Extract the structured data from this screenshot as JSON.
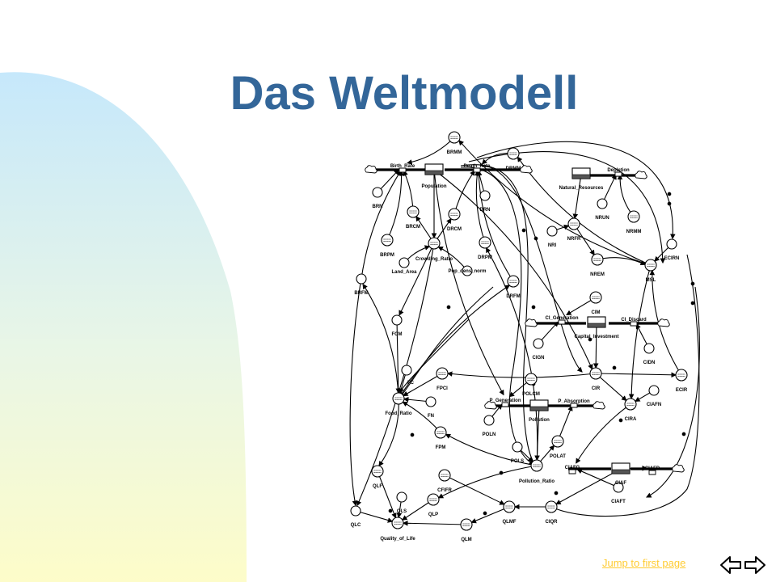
{
  "slide": {
    "title": "Das Weltmodell",
    "jump_link": "Jump to first page",
    "accent_color": "#336699",
    "link_color": "#ffcc33"
  },
  "diagram": {
    "labels": [
      {
        "id": "BRMM",
        "text": "BRMM"
      },
      {
        "id": "Birth_Rate",
        "text": "Birth_Rate"
      },
      {
        "id": "Death_Rate",
        "text": "Death_Rate"
      },
      {
        "id": "DRMM",
        "text": "DRMM"
      },
      {
        "id": "Population",
        "text": "Population"
      },
      {
        "id": "Depletion",
        "text": "Depletion"
      },
      {
        "id": "Natural_Resources",
        "text": "Natural_Resources"
      },
      {
        "id": "BRN",
        "text": "BRN"
      },
      {
        "id": "DRN",
        "text": "DRN"
      },
      {
        "id": "NRUN",
        "text": "NRUN"
      },
      {
        "id": "NRMM",
        "text": "NRMM"
      },
      {
        "id": "BRCM",
        "text": "BRCM"
      },
      {
        "id": "DRCM",
        "text": "DRCM"
      },
      {
        "id": "NRI",
        "text": "NRI"
      },
      {
        "id": "NRFR",
        "text": "NRFR"
      },
      {
        "id": "ECIRN",
        "text": "ECIRN"
      },
      {
        "id": "BRPM",
        "text": "BRPM"
      },
      {
        "id": "Crowding_Ratio",
        "text": "Crowding_Ratio"
      },
      {
        "id": "DRPM",
        "text": "DRPM"
      },
      {
        "id": "Land_Area",
        "text": "Land_Area"
      },
      {
        "id": "Pop_dens_norm",
        "text": "Pop_dens_norm"
      },
      {
        "id": "NREM",
        "text": "NREM"
      },
      {
        "id": "MSL",
        "text": "MSL"
      },
      {
        "id": "BRFM",
        "text": "BRFM"
      },
      {
        "id": "DRFM",
        "text": "DRFM"
      },
      {
        "id": "CIM",
        "text": "CIM"
      },
      {
        "id": "FCM",
        "text": "FCM"
      },
      {
        "id": "CI_Generation",
        "text": "CI_Generation"
      },
      {
        "id": "CI_Discard",
        "text": "CI_Discard"
      },
      {
        "id": "Capital_Investment",
        "text": "Capital_Investment"
      },
      {
        "id": "CIGN",
        "text": "CIGN"
      },
      {
        "id": "CIDN",
        "text": "CIDN"
      },
      {
        "id": "FC",
        "text": "FC"
      },
      {
        "id": "FPCI",
        "text": "FPCI"
      },
      {
        "id": "POLCM",
        "text": "POLCM"
      },
      {
        "id": "CIR",
        "text": "CIR"
      },
      {
        "id": "ECIR",
        "text": "ECIR"
      },
      {
        "id": "P_Generation",
        "text": "P_Generation"
      },
      {
        "id": "P_Absorption",
        "text": "P_Absorption"
      },
      {
        "id": "CIAFN",
        "text": "CIAFN"
      },
      {
        "id": "Food_Ratio",
        "text": "Food_Ratio"
      },
      {
        "id": "FN",
        "text": "FN"
      },
      {
        "id": "Pollution",
        "text": "Pollution"
      },
      {
        "id": "CIRA",
        "text": "CIRA"
      },
      {
        "id": "POLN",
        "text": "POLN"
      },
      {
        "id": "FPM",
        "text": "FPM"
      },
      {
        "id": "POLAT",
        "text": "POLAT"
      },
      {
        "id": "POLS",
        "text": "POLS"
      },
      {
        "id": "CIAFG",
        "text": "CIAFG"
      },
      {
        "id": "CIAFD",
        "text": "CIAFD"
      },
      {
        "id": "QLF",
        "text": "QLF"
      },
      {
        "id": "CFIFR",
        "text": "CFIFR"
      },
      {
        "id": "Pollution_Ratio",
        "text": "Pollution_Ratio"
      },
      {
        "id": "CIAF",
        "text": "CIAF"
      },
      {
        "id": "CIAFT",
        "text": "CIAFT"
      },
      {
        "id": "QLS",
        "text": "QLS"
      },
      {
        "id": "QLP",
        "text": "QLP"
      },
      {
        "id": "QLMF",
        "text": "QLMF"
      },
      {
        "id": "CIQR",
        "text": "CIQR"
      },
      {
        "id": "QLC",
        "text": "QLC"
      },
      {
        "id": "Quality_of_Life",
        "text": "Quality_of_Life"
      },
      {
        "id": "QLM",
        "text": "QLM"
      }
    ]
  }
}
